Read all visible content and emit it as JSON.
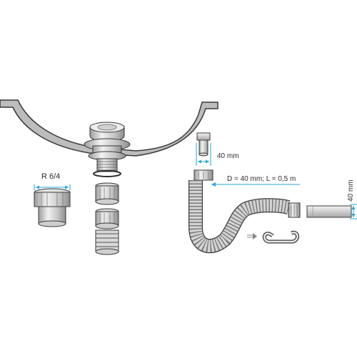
{
  "labels": {
    "thread_size": "R 6/4",
    "outlet_width": "40 mm",
    "hose_spec": "D = 40 mm; L = 0,5 m",
    "adapter_height": "40 mm"
  },
  "colors": {
    "line": "#3a3a3a",
    "metal_light": "#e6e6e6",
    "metal_mid": "#b9b9b9",
    "dimension": "#27a6d8"
  }
}
